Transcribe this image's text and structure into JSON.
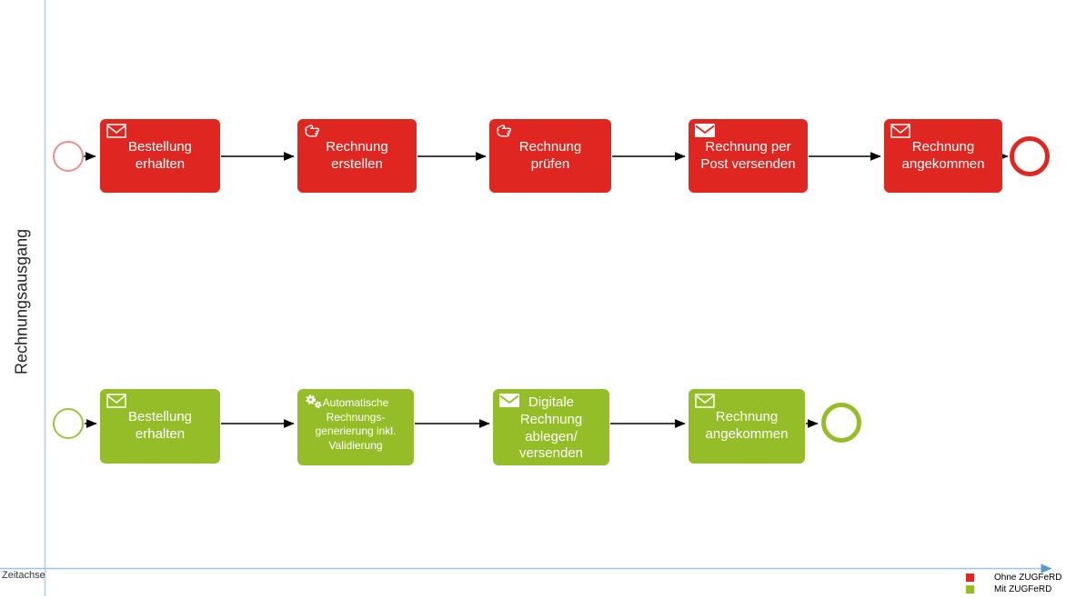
{
  "diagram": {
    "y_axis_label": "Rechnungsausgang",
    "x_axis_label": "Zeitachse",
    "legend": [
      {
        "label": "Ohne ZUGFeRD",
        "color": "#e02620"
      },
      {
        "label": "Mit ZUGFeRD",
        "color": "#94bd28"
      }
    ],
    "colors": {
      "lane_red": "#e02620",
      "lane_green": "#94bd28",
      "axis_line": "#9dc3e6",
      "axis_arrow": "#5b9bd5",
      "connector": "#000000"
    },
    "lanes": [
      {
        "name": "Ohne ZUGFeRD",
        "color": "#e02620",
        "steps": [
          {
            "icon": "envelope-outline-icon",
            "label": "Bestellung erhalten"
          },
          {
            "icon": "hand-icon",
            "label": "Rechnung erstellen"
          },
          {
            "icon": "hand-icon",
            "label": "Rechnung prüfen"
          },
          {
            "icon": "envelope-filled-icon",
            "label": "Rechnung per Post versenden"
          },
          {
            "icon": "envelope-outline-icon",
            "label": "Rechnung angekommen"
          }
        ]
      },
      {
        "name": "Mit ZUGFeRD",
        "color": "#94bd28",
        "steps": [
          {
            "icon": "envelope-outline-icon",
            "label": "Bestellung erhalten"
          },
          {
            "icon": "gears-icon",
            "label": "Automatische Rechnungs- generierung inkl. Validierung"
          },
          {
            "icon": "envelope-filled-icon",
            "label": "Digitale Rechnung ablegen/ versenden"
          },
          {
            "icon": "envelope-outline-icon",
            "label": "Rechnung angekommen"
          }
        ]
      }
    ]
  }
}
